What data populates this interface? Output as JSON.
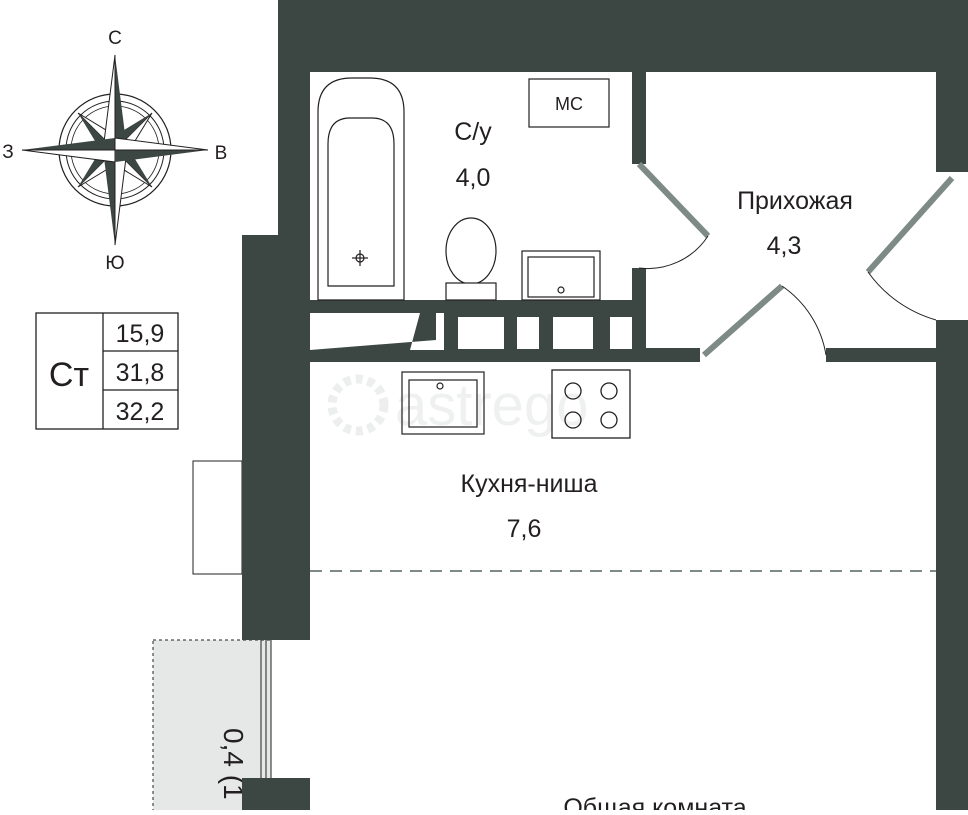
{
  "compass": {
    "north": "С",
    "west": "З",
    "east": "В",
    "south": "Ю"
  },
  "summary": {
    "type": "Ст",
    "values": [
      "15,9",
      "31,8",
      "32,2"
    ]
  },
  "rooms": {
    "bathroom": {
      "name": "С/у",
      "area": "4,0"
    },
    "hallway": {
      "name": "Прихожая",
      "area": "4,3"
    },
    "kitchen": {
      "name": "Кухня-ниша",
      "area": "7,6"
    },
    "living": {
      "name": "Общая комната"
    }
  },
  "fixtures": {
    "utility_box": "МС"
  },
  "balcony": {
    "area_text": "0,4 (1"
  },
  "watermark": "astrego",
  "colors": {
    "wall": "#3c4743",
    "line": "#231f20",
    "door": "#7e8a86",
    "balcony": "#e6e8e7",
    "watermark": "#e9ebea"
  }
}
